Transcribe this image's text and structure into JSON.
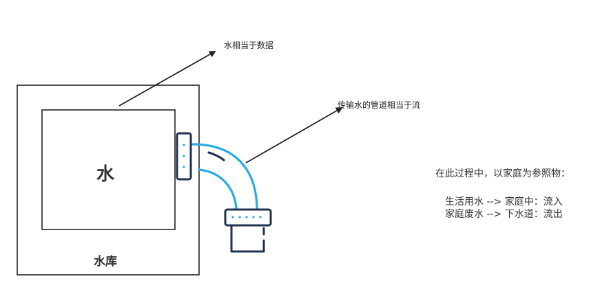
{
  "diagram": {
    "inner_label": "水",
    "outer_label": "水库",
    "annotation_data": "水相当于数据",
    "annotation_stream": "传输水的管道相当于流",
    "explanation": {
      "heading": "在此过程中，以家庭为参照物：",
      "lines": [
        "生活用水 --> 家庭中：流入",
        "家庭废水 --> 下水道：流出"
      ]
    }
  },
  "colors": {
    "frame": "#222222",
    "pipe_blue": "#29abe2",
    "fitting_navy": "#1e3250",
    "arrow": "#222222"
  }
}
